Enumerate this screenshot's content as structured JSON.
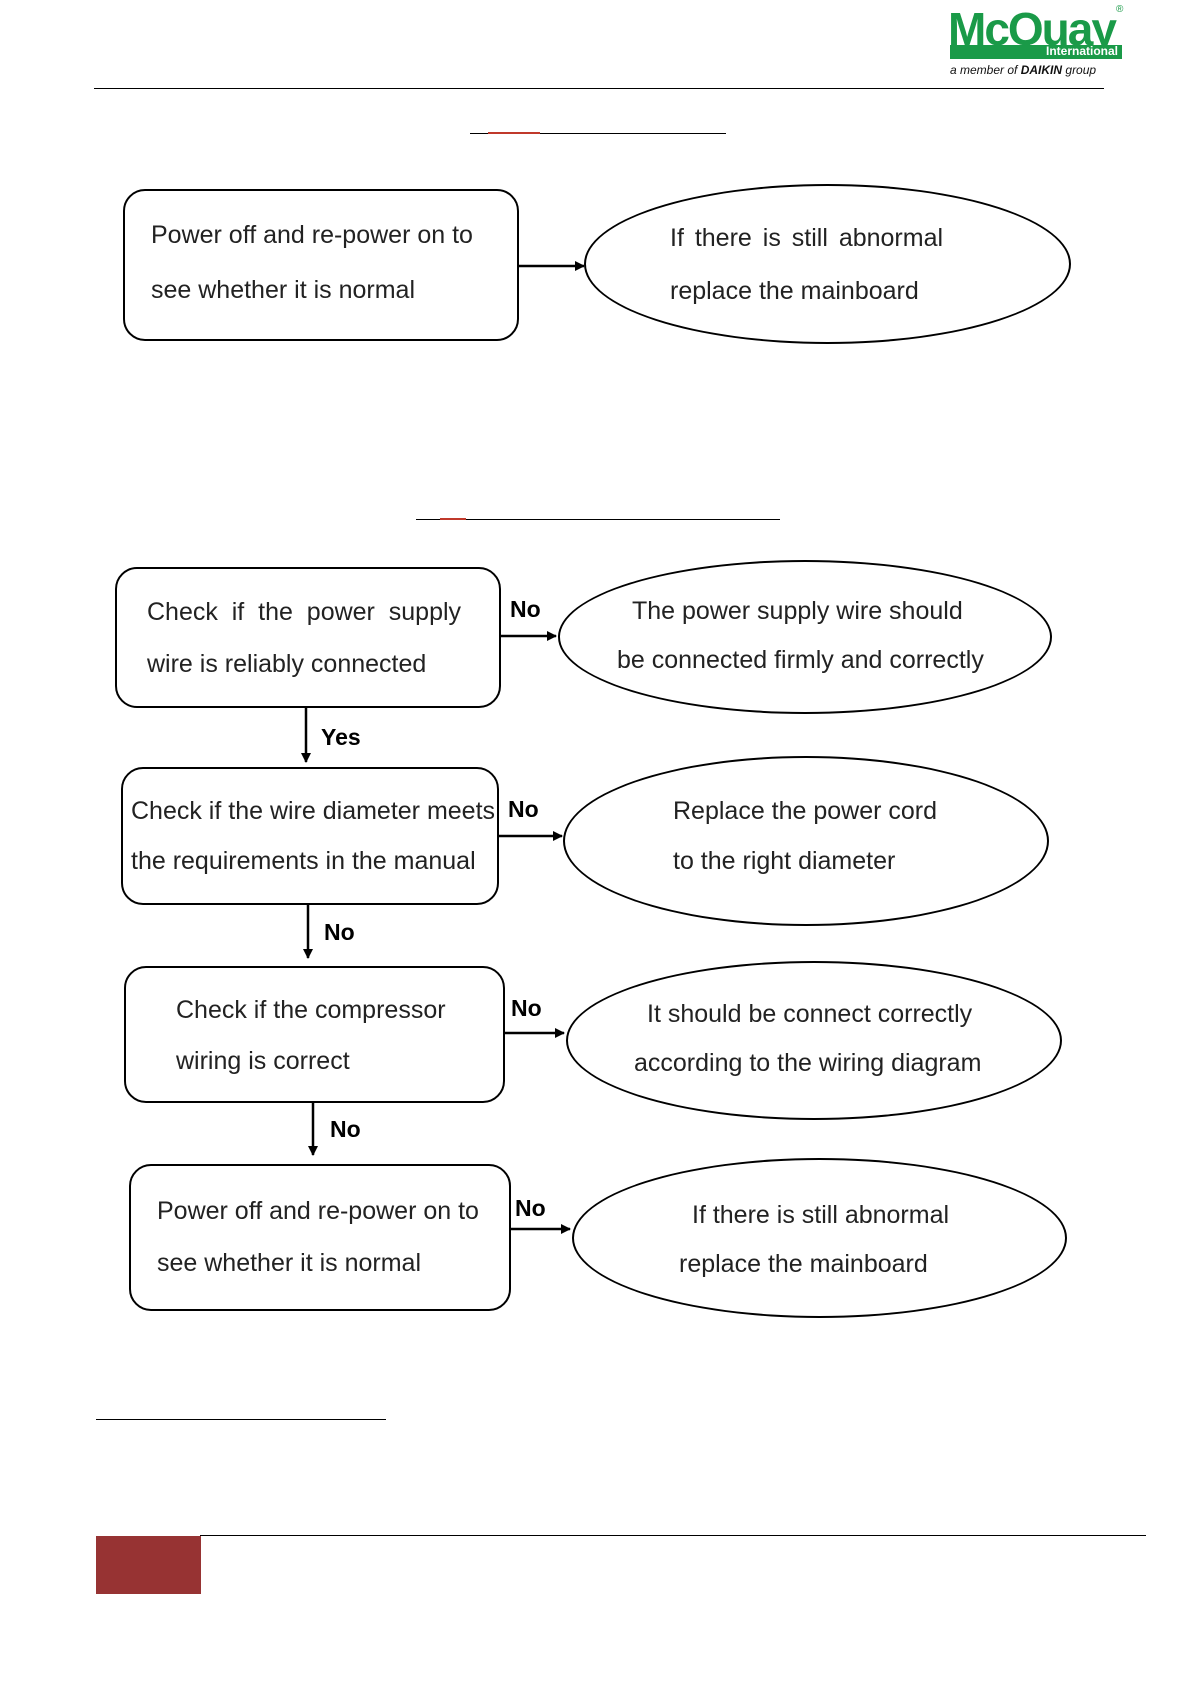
{
  "header": {
    "logo": {
      "brand": "McQuay",
      "tagline": "International",
      "sub_prefix": "a member of",
      "sub_brand": "DAIKIN",
      "sub_suffix": "group"
    }
  },
  "colors": {
    "brand_green": "#1a9a48",
    "footer_block": "#973333",
    "accent_red": "#c0392b"
  },
  "flow1": {
    "box": {
      "line1": "Power off and re-power on to",
      "line2": "see whether it is normal"
    },
    "oval": {
      "line1": "If there is still abnormal",
      "line2": "replace the mainboard"
    }
  },
  "flow2": {
    "steps": [
      {
        "box": {
          "line1": "Check  if  the  power  supply",
          "line2": "wire is reliably connected"
        },
        "branch": "No",
        "oval": {
          "line1": "The power supply wire should",
          "line2": "be connected firmly and correctly"
        },
        "down": "Yes"
      },
      {
        "box": {
          "line1": "Check if the wire diameter meets",
          "line2": "the requirements in the manual"
        },
        "branch": "No",
        "oval": {
          "line1": "Replace the power cord",
          "line2": "to the right diameter"
        },
        "down": "No"
      },
      {
        "box": {
          "line1": "Check if the compressor",
          "line2": "wiring is correct"
        },
        "branch": "No",
        "oval": {
          "line1": "It should be connect correctly",
          "line2": "according to the wiring diagram"
        },
        "down": "No"
      },
      {
        "box": {
          "line1": "Power off and re-power on to",
          "line2": "see whether it is normal"
        },
        "branch": "No",
        "oval": {
          "line1": "If there is still abnormal",
          "line2": "replace the mainboard"
        }
      }
    ]
  }
}
